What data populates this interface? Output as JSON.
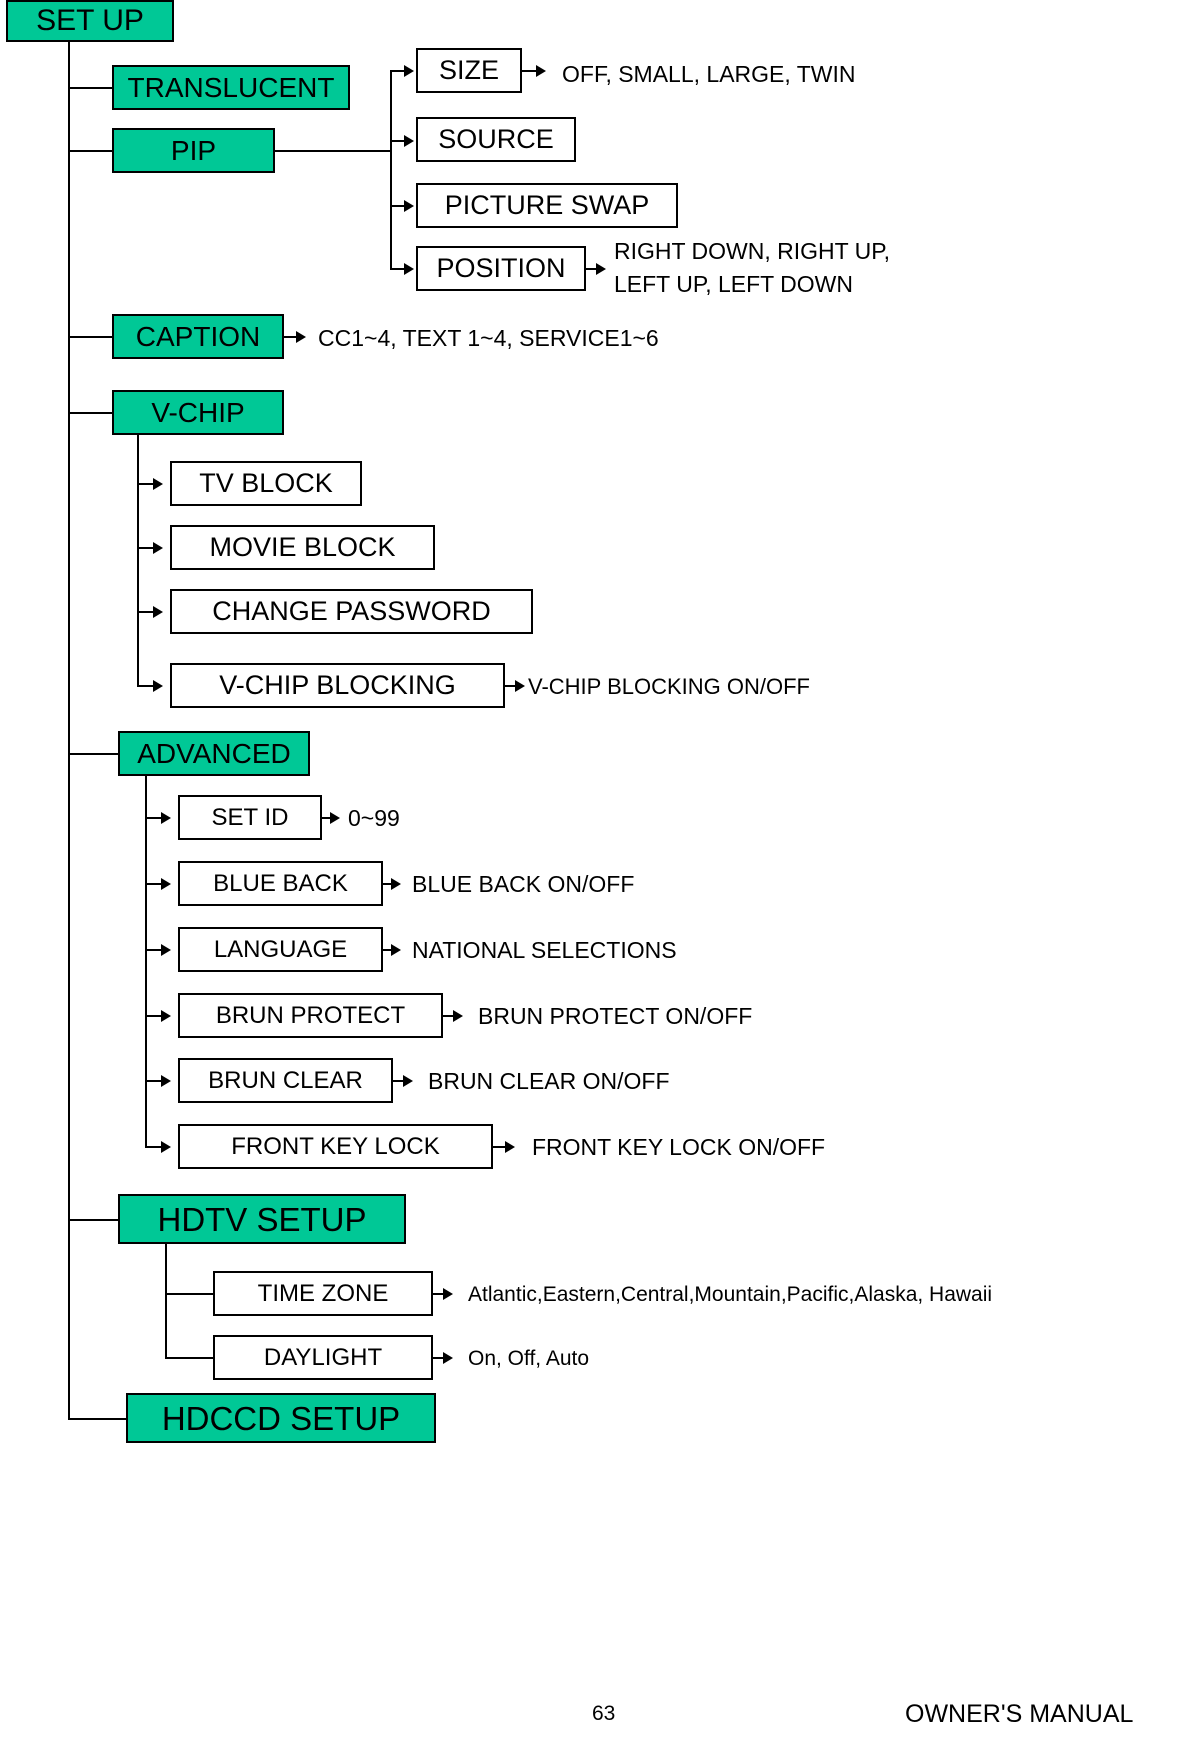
{
  "page": {
    "root_label": "SET UP",
    "page_number": "63",
    "manual_label": "OWNER'S MANUAL"
  },
  "colors": {
    "menu_green": "#00C896",
    "box_border": "#000000",
    "text": "#000000",
    "background": "#FFFFFF"
  },
  "nodes": {
    "set_up": "SET UP",
    "translucent": "TRANSLUCENT",
    "pip": "PIP",
    "size": "SIZE",
    "source": "SOURCE",
    "picture_swap": "PICTURE SWAP",
    "position": "POSITION",
    "caption": "CAPTION",
    "v_chip": "V-CHIP",
    "tv_block": "TV BLOCK",
    "movie_block": "MOVIE BLOCK",
    "change_password": "CHANGE PASSWORD",
    "v_chip_blocking": "V-CHIP BLOCKING",
    "advanced": "ADVANCED",
    "set_id": "SET ID",
    "blue_back": "BLUE BACK",
    "language": "LANGUAGE",
    "brun_protect": "BRUN PROTECT",
    "brun_clear": "BRUN CLEAR",
    "front_key_lock": "FRONT KEY LOCK",
    "hdtv_setup": "HDTV SETUP",
    "time_zone": "TIME ZONE",
    "daylight": "DAYLIGHT",
    "hdccd_setup": "HDCCD SETUP"
  },
  "values": {
    "size_options": "OFF, SMALL, LARGE, TWIN",
    "position_options_line1": "RIGHT DOWN, RIGHT UP,",
    "position_options_line2": "LEFT UP, LEFT DOWN",
    "caption_options": "CC1~4, TEXT 1~4, SERVICE1~6",
    "v_chip_blocking_options": "V-CHIP BLOCKING ON/OFF",
    "set_id_options": "0~99",
    "blue_back_options": "BLUE BACK ON/OFF",
    "language_options": "NATIONAL SELECTIONS",
    "brun_protect_options": "BRUN PROTECT ON/OFF",
    "brun_clear_options": "BRUN CLEAR ON/OFF",
    "front_key_lock_options": "FRONT KEY LOCK ON/OFF",
    "time_zone_options": "Atlantic,Eastern,Central,Mountain,Pacific,Alaska, Hawaii",
    "daylight_options": "On, Off, Auto"
  }
}
